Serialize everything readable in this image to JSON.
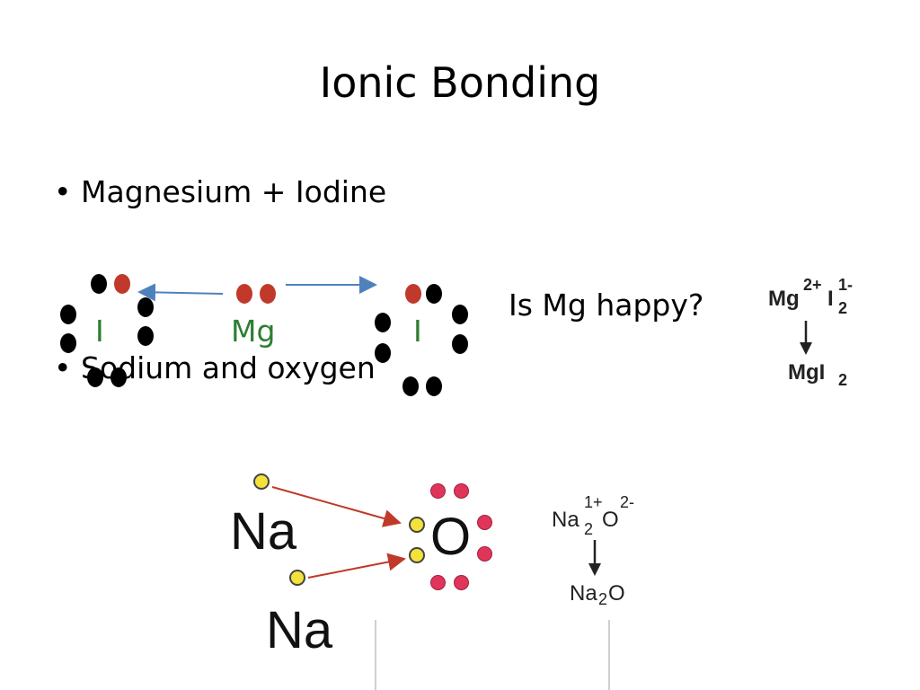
{
  "slide": {
    "title": "Ionic Bonding",
    "bullets": [
      {
        "bullet": "•",
        "text": "Magnesium + Iodine"
      },
      {
        "bullet": "•",
        "text": "Sodium and oxygen"
      }
    ],
    "question": "Is Mg happy?"
  },
  "mg_diagram": {
    "left_element": "I",
    "center_element": "Mg",
    "right_element": "I",
    "element_color": "#2e7d32",
    "arrow_color": "#4f81bd",
    "transferred_electron_color": "#c0392b"
  },
  "mg_formula": {
    "cation": "Mg",
    "cation_charge": "2+",
    "anion": "I",
    "anion_charge": "1-",
    "anion_subscript": "2",
    "result_main": "MgI",
    "result_subscript": "2"
  },
  "na_diagram": {
    "na_top": "Na",
    "na_bottom": "Na",
    "oxygen": "O",
    "sodium_electron_color": "#f3e23a",
    "oxygen_electron_color": "#e0355a",
    "arrow_color": "#c0392b"
  },
  "na_formula": {
    "cation": "Na",
    "cation_charge": "1+",
    "cation_subscript": "2",
    "anion": "O",
    "anion_charge": "2-",
    "result_main": "Na",
    "result_subscript": "2",
    "result_tail": "O"
  }
}
